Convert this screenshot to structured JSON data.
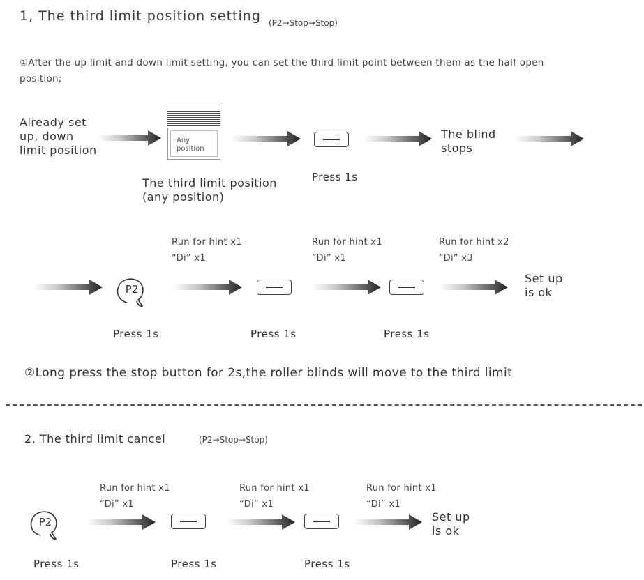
{
  "section1": {
    "title": "1, The third limit position setting",
    "sequence": "(P2→Stop→Stop)",
    "para1_line1": "①After the up limit and down limit setting, you can set the third limit point between them as the half open",
    "para1_line2": "position;",
    "step_already_line1": "Already set",
    "step_already_line2": "up, down",
    "step_already_line3": "limit position",
    "blind_label_line1": "Any",
    "blind_label_line2": "position",
    "third_limit_line1": "The third limit position",
    "third_limit_line2": "(any position)",
    "press_1s_a": "Press 1s",
    "blind_stops_line1": "The blind",
    "blind_stops_line2": "stops",
    "row2": {
      "hint1_run": "Run for hint x1",
      "hint1_di": "“Di” x1",
      "hint2_run": "Run for hint x1",
      "hint2_di": "“Di” x1",
      "hint3_run": "Run for hint x2",
      "hint3_di": "“Di” x3",
      "p2_label": "P2",
      "setup_ok_line1": "Set up",
      "setup_ok_line2": "is ok",
      "press1": "Press 1s",
      "press2": "Press 1s",
      "press3": "Press 1s"
    },
    "para2": "②Long press the stop button for 2s,the roller blinds will move to the third limit"
  },
  "section2": {
    "title": "2, The third limit cancel",
    "sequence": "(P2→Stop→Stop)",
    "hint1_run": "Run for hint x1",
    "hint1_di": "“Di” x1",
    "hint2_run": "Run for hint x1",
    "hint2_di": "“Di” x1",
    "hint3_run": "Run for hint x1",
    "hint3_di": "“Di” x1",
    "p2_label": "P2",
    "setup_ok_line1": "Set up",
    "setup_ok_line2": "is ok",
    "press1": "Press 1s",
    "press2": "Press 1s",
    "press3": "Press 1s"
  },
  "colors": {
    "arrow_dark": "#2a2a2a",
    "arrow_light": "#ffffff",
    "text": "#333333"
  },
  "icons": {
    "arrow": "right-arrow-icon",
    "stop": "stop-button-icon",
    "p2": "p2-remote-button-icon",
    "blind": "roller-blind-icon"
  }
}
